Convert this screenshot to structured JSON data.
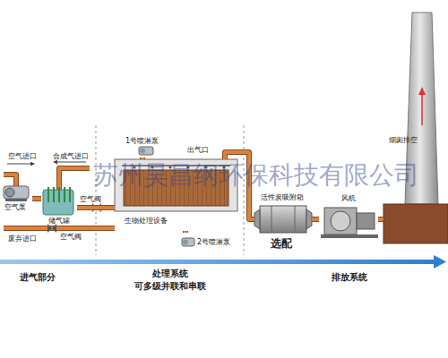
{
  "diagram": {
    "nodes": [
      {
        "text": [
          "空气泵"
        ]
      },
      {
        "text": [
          "储气罐"
        ]
      },
      {
        "text": [
          "1号喷淋泵"
        ]
      },
      {
        "text": [
          "生物处理设备"
        ]
      },
      {
        "text": [
          "2号喷淋泵"
        ]
      },
      {
        "text": [
          "活性炭吸附箱"
        ]
      },
      {
        "text": [
          "风机"
        ]
      },
      {
        "text": [
          "烟囱排空"
        ]
      }
    ],
    "edges": [
      {
        "from": 0,
        "to": 1,
        "arrow": "none"
      },
      {
        "from": 1,
        "to": 3,
        "arrow": "none"
      },
      {
        "from": 3,
        "to": 5,
        "arrow": "none"
      },
      {
        "from": 5,
        "to": 6,
        "arrow": "none"
      },
      {
        "from": 6,
        "to": 7,
        "arrow": "none"
      },
      {
        "from": 2,
        "to": 3,
        "arrow": "none"
      },
      {
        "from": 4,
        "to": 3,
        "arrow": "none"
      }
    ],
    "labels": [
      "空气进口",
      "合成气进口",
      "空气阀",
      "废弃进口",
      "空气阀",
      "出气口",
      "选配",
      "苏州昊昌纲环保科技有限公司",
      "进气部分",
      "处理系统",
      "可多级并联和串联",
      "排放系统"
    ]
  }
}
